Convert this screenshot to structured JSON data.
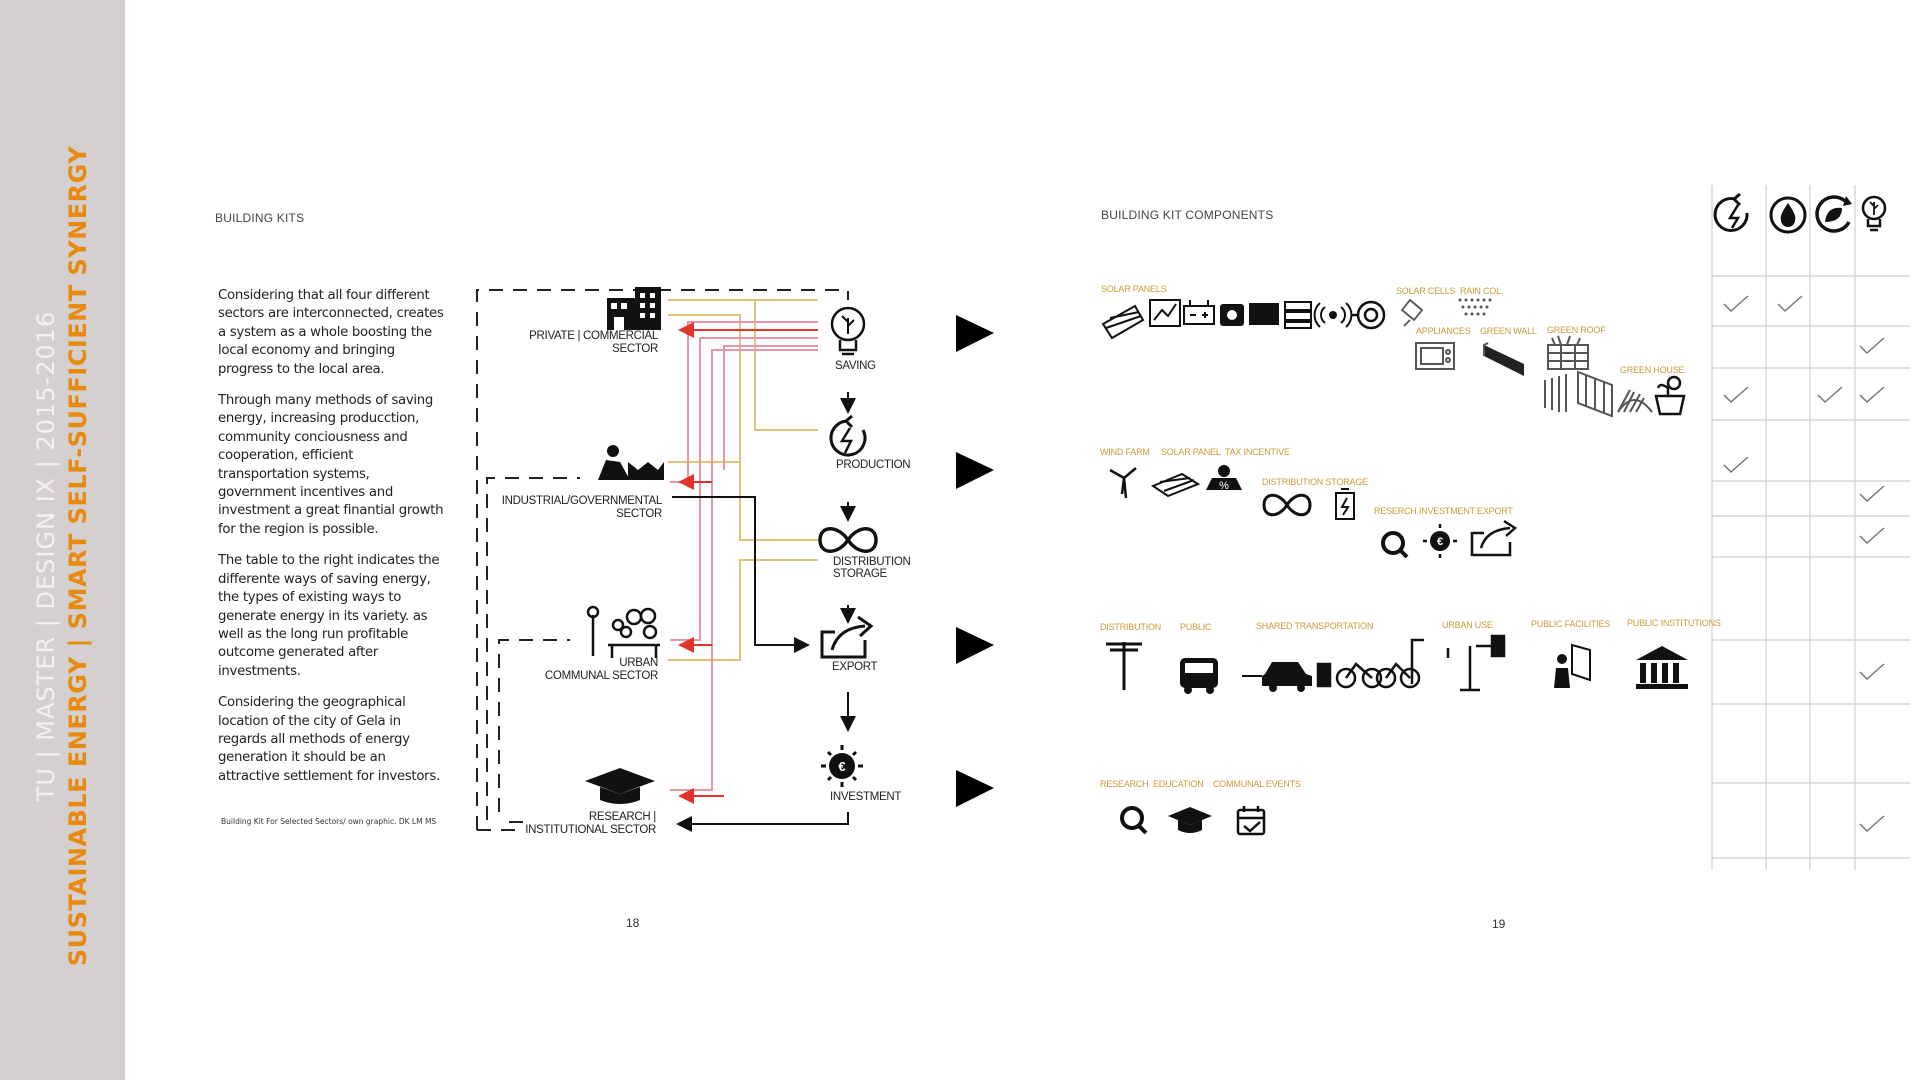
{
  "sidebar": {
    "line1": "TU | MASTER | DESIGN IX | 2015-2016",
    "line2": "SUSTAINABLE ENERGY | SMART SELF-SUFFICIENT SYNERGY"
  },
  "left_page": {
    "header": "BUILDING KITS",
    "paragraphs": [
      "Considering that all four different sectors are interconnected, creates a system as a whole boosting the local economy and bringing progress to the local area.",
      "Through many methods of saving energy, increasing producction, community conciousness and cooperation, efficient transportation systems, government incentives and investment a great finantial growth for the region is possible.",
      "The table to the right indicates the differente ways of saving energy, the  types of existing ways to generate energy in its variety. as well as the long run profitable outcome generated after investments.",
      "Considering the geographical location of the city of Gela in regards all methods of energy generation it should be an attractive settlement for investors."
    ],
    "caption": "Building Kit For Selected Sectors/ own graphic. DK LM MS",
    "page_number": "18",
    "diagram": {
      "sectors": {
        "private_line1": "PRIVATE | COMMERCIAL",
        "private_line2": "SECTOR",
        "industrial_line1": "INDUSTRIAL/GOVERNMENTAL",
        "industrial_line2": "SECTOR",
        "urban_line1": "URBAN",
        "urban_line2": "COMMUNAL SECTOR",
        "research_line1": "RESEARCH |",
        "research_line2": "INSTITUTIONAL SECTOR"
      },
      "steps": {
        "saving": "SAVING",
        "production": "PRODUCTION",
        "distribution_line1": "DISTRIBUTION",
        "distribution_line2": "STORAGE",
        "export": "EXPORT",
        "investment": "INVESTMENT"
      }
    }
  },
  "right_page": {
    "header": "BUILDING KIT COMPONENTS",
    "page_number": "19",
    "labels": {
      "solar_panels": "SOLAR PANELS",
      "solar_cells": "SOLAR CELLS",
      "rain_col": "RAIN COL.",
      "appliances": "APPLIANCES",
      "green_wall": "GREEN WALL",
      "green_roof": "GREEN ROOF",
      "green_house": "GREEN HOUSE",
      "wind_farm": "WIND FARM",
      "solar_panel": "SOLAR PANEL",
      "tax_incentive": "TAX INCENTIVE",
      "distribution_storage": "DISTRIBUTION STORAGE",
      "research_investment_export": "RESERCH  INVESTMENT  EXPORT",
      "distribution": "DISTRIBUTION",
      "public": "PUBLIC",
      "shared_transportation": "SHARED TRANSPORTATION",
      "urban_use": "URBAN USE",
      "public_facilities": "PUBLIC FACILITIES",
      "public_institutions": "PUBLIC INSTITUTIONS",
      "research": "RESEARCH",
      "education": "EDUCATION",
      "communal_events": "COMMUNAL EVENTS"
    },
    "table": {
      "columns": [
        "production-icon",
        "water-drop-icon",
        "recycle-leaf-icon",
        "bulb-icon"
      ],
      "checks": [
        [
          1,
          1,
          0,
          0
        ],
        [
          0,
          0,
          0,
          1
        ],
        [
          1,
          0,
          1,
          1
        ],
        [
          1,
          0,
          0,
          0
        ],
        [
          0,
          0,
          0,
          1
        ],
        [
          0,
          0,
          0,
          1
        ],
        [
          0,
          0,
          0,
          1
        ],
        [
          0,
          0,
          0,
          1
        ]
      ]
    }
  },
  "colors": {
    "sidebar_bg": "#d3d0cf",
    "sidebar_accent": "#e98a10",
    "flow_red": "#e2342f",
    "flow_pink": "#e895a8",
    "flow_gold": "#e3c07c"
  }
}
